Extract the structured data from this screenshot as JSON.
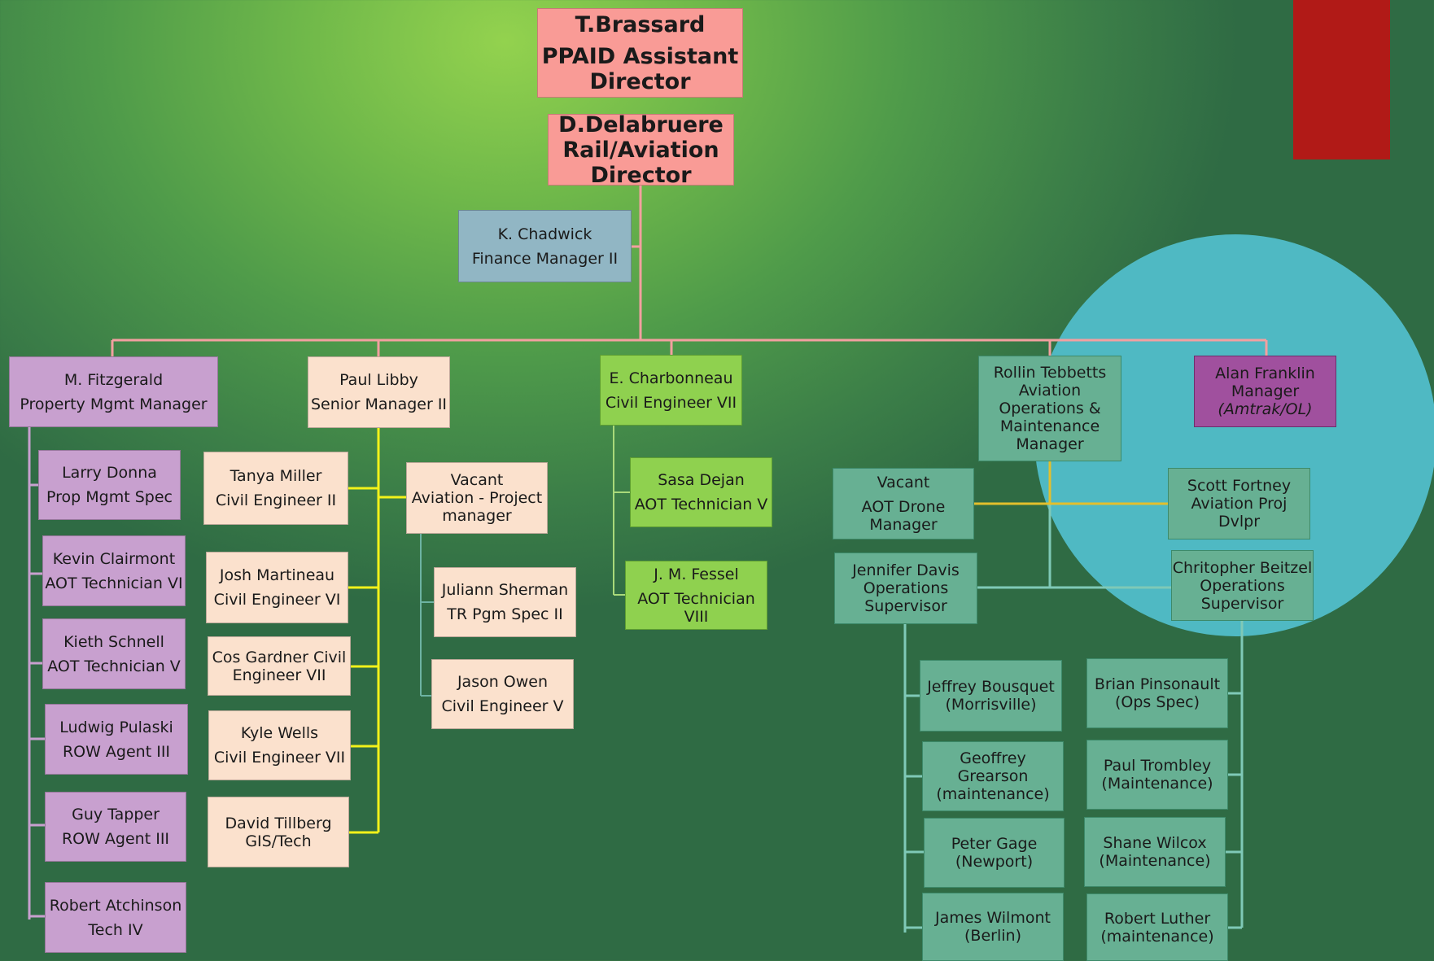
{
  "colors": {
    "exec": "#f99b96",
    "finance": "#91b6c4",
    "property": "#c8a0cf",
    "libby": "#fbe1cd",
    "charbonneau": "#8fd14f",
    "aviation_ops": "#67b093",
    "franklin": "#a0509e",
    "highlight_circle": "#4fb9c3",
    "red_block": "#b11a17"
  },
  "exec": {
    "brassard": {
      "name": "T.Brassard",
      "title": "PPAID Assistant Director"
    },
    "delabruere": {
      "line1": "D.Delabruere",
      "line2": "Rail/Aviation",
      "line3": "Director"
    }
  },
  "finance": {
    "name": "K. Chadwick",
    "title": "Finance Manager II"
  },
  "fitzgerald": {
    "name": "M. Fitzgerald",
    "title": "Property Mgmt Manager",
    "reports": [
      {
        "name": "Larry Donna",
        "title": "Prop Mgmt Spec"
      },
      {
        "name": "Kevin Clairmont",
        "title": "AOT Technician VI"
      },
      {
        "name": "Kieth Schnell",
        "title": "AOT Technician V"
      },
      {
        "name": "Ludwig Pulaski",
        "title": "ROW Agent III"
      },
      {
        "name": "Guy Tapper",
        "title": "ROW Agent III"
      },
      {
        "name": "Robert Atchinson",
        "title": "Tech IV"
      }
    ]
  },
  "libby": {
    "name": "Paul Libby",
    "title": "Senior Manager II",
    "reports": [
      {
        "name": "Tanya Miller",
        "title": "Civil Engineer II"
      },
      {
        "name": "Josh Martineau",
        "title": "Civil Engineer VI"
      },
      {
        "line1": "Cos Gardner Civil",
        "line2": "Engineer VII"
      },
      {
        "name": "Kyle Wells",
        "title": "Civil Engineer VII"
      },
      {
        "line1": "David Tillberg",
        "line2": "GIS/Tech"
      }
    ],
    "vacant": {
      "line1": "Vacant",
      "line2": "Aviation - Project",
      "line3": "manager"
    },
    "vacant_reports": [
      {
        "name": "Juliann Sherman",
        "title": "TR Pgm Spec II"
      },
      {
        "name": "Jason Owen",
        "title": "Civil Engineer V"
      }
    ]
  },
  "charbonneau": {
    "name": "E. Charbonneau",
    "title": "Civil Engineer VII",
    "reports": [
      {
        "name": "Sasa Dejan",
        "title": "AOT Technician V"
      },
      {
        "name": "J. M. Fessel",
        "title": "AOT Technician VIII"
      }
    ]
  },
  "tebbetts": {
    "lines": [
      "Rollin Tebbetts",
      "Aviation",
      "Operations &",
      "Maintenance",
      "Manager"
    ],
    "vacant_drone": {
      "line1": "Vacant",
      "line2": "AOT Drone",
      "line3": "Manager"
    },
    "fortney": {
      "line1": "Scott Fortney",
      "line2": "Aviation Proj",
      "line3": "Dvlpr"
    },
    "davis": {
      "line1": "Jennifer Davis",
      "line2": "Operations",
      "line3": "Supervisor"
    },
    "beitzel": {
      "line1": "Chritopher Beitzel",
      "line2": "Operations",
      "line3": "Supervisor"
    },
    "davis_reports": [
      {
        "line1": "Jeffrey Bousquet",
        "line2": "(Morrisville)"
      },
      {
        "line1": "Geoffrey",
        "line2": "Grearson",
        "line3": "(maintenance)"
      },
      {
        "line1": "Peter Gage",
        "line2": "(Newport)"
      },
      {
        "line1": "James Wilmont",
        "line2": "(Berlin)"
      }
    ],
    "beitzel_reports": [
      {
        "line1": "Brian Pinsonault",
        "line2": "(Ops Spec)"
      },
      {
        "line1": "Paul Trombley",
        "line2": "(Maintenance)"
      },
      {
        "line1": "Shane Wilcox",
        "line2": "(Maintenance)"
      },
      {
        "line1": "Robert Luther",
        "line2": "(maintenance)"
      }
    ]
  },
  "franklin": {
    "line1": "Alan Franklin",
    "line2": "Manager",
    "line3": "(Amtrak/OL)"
  }
}
